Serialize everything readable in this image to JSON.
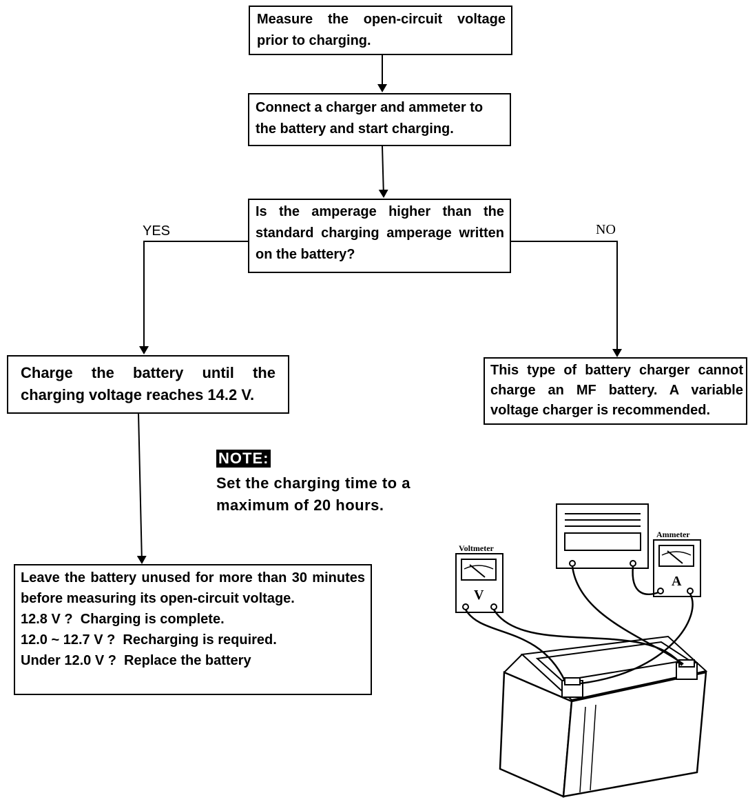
{
  "steps": {
    "measure": "Measure the open-circuit voltage prior to charging.",
    "connect": "Connect a charger and ammeter to the battery and start charging.",
    "question": "Is the amperage higher than the standard charging amperage written on the battery?",
    "yes_label": "YES",
    "no_label": "NO",
    "charge": "Charge the battery until the charging voltage reaches 14.2 V.",
    "no_result": "This type of battery charger cannot charge an MF battery. A variable voltage charger is recommended.",
    "leave": "Leave the battery unused for more than 30 minutes before measuring its open-circuit voltage.",
    "result_complete": "12.8 V ?  Charging is complete.",
    "result_recharge": "12.0 ~ 12.7 V ?  Recharging is required.",
    "result_replace": "Under 12.0 V ?  Replace the battery"
  },
  "note": {
    "tag": "NOTE:",
    "text": "Set the charging time to a maximum of 20 hours."
  },
  "illustration": {
    "voltmeter_label": "Voltmeter",
    "voltmeter_symbol": "V",
    "ammeter_label": "Ammeter",
    "ammeter_symbol": "A"
  }
}
